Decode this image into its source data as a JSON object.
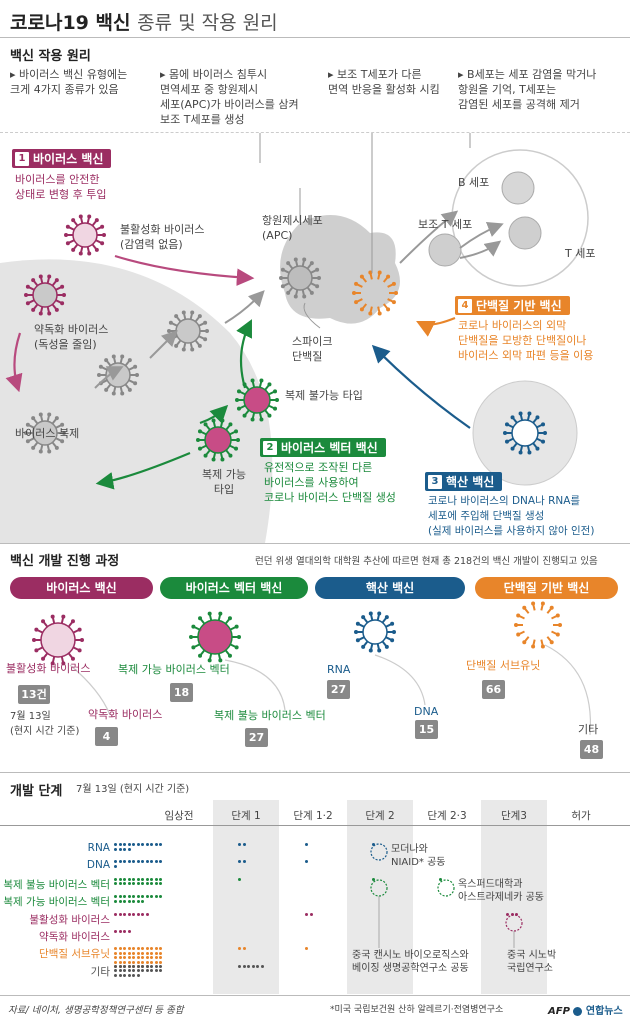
{
  "header": {
    "title_main": "코로나19 백신",
    "title_sub": "종류 및 작용 원리"
  },
  "principle": {
    "heading": "백신 작용 원리",
    "steps": [
      "▸ 바이러스 백신 유형에는\n   크게 4가지 종류가 있음",
      "▸ 몸에 바이러스 침투시\n   면역세포 중 항원제시\n   세포(APC)가 바이러스를 삼켜\n   보조 T세포를 생성",
      "▸ 보조 T세포가 다른\n   면역 반응을 활성화 시킴",
      "▸ B세포는 세포 감염을 막거나\n   항원을 기억, T세포는\n   감염된 세포를 공격해 제거"
    ],
    "types": [
      {
        "num": "1",
        "label": "바이러스 백신",
        "color": "#9b2d62",
        "desc": "바이러스를 안전한\n상태로 변형 후 투입"
      },
      {
        "num": "2",
        "label": "바이러스 벡터 백신",
        "color": "#1b8a3c",
        "desc": "유전적으로 조작된 다른\n바이러스를 사용하여\n코로나 바이러스 단백질 생성"
      },
      {
        "num": "3",
        "label": "핵산 백신",
        "color": "#1b5c8c",
        "desc": "코로나 바이러스의 DNA나 RNA를\n세포에 주입해 단백질 생성\n(실제 바이러스를 사용하지 않아 인전)"
      },
      {
        "num": "4",
        "label": "단백질 기반 백신",
        "color": "#e8852a",
        "desc": "코로나 바이러스의 외막\n단백질을 모방한 단백질이나\n바이러스 외막 파편 등을 이용"
      }
    ],
    "labels": {
      "inactivated": "불활성화 바이러스\n(감염력 없음)",
      "attenuated": "약독화 바이러스\n(독성을 줄임)",
      "replication": "바이러스 복제",
      "apc": "항원제시세포\n(APC)",
      "spike": "스파이크\n단백질",
      "nonrep": "복제 불가능 타입",
      "rep": "복제 가능\n타입",
      "bcell": "B 세포",
      "helper": "보조 T 세포",
      "tcell": "T 세포"
    }
  },
  "progress": {
    "heading": "백신 개발 진행 과정",
    "note": "런던 위생 열대의학 대학원 추산에 따르면 현재 총 218건의 백신 개발이 진행되고 있음",
    "categories": [
      {
        "label": "바이러스 백신",
        "color": "#9b2d62"
      },
      {
        "label": "바이러스 벡터 백신",
        "color": "#1b8a3c"
      },
      {
        "label": "핵산 백신",
        "color": "#1b5c8c"
      },
      {
        "label": "단백질 기반 백신",
        "color": "#e8852a"
      }
    ],
    "items": [
      {
        "label": "불활성화 바이러스",
        "count": "13건",
        "color": "#9b2d62"
      },
      {
        "label": "약독화 바이러스",
        "count": "4",
        "color": "#9b2d62"
      },
      {
        "label": "복제 가능 바이러스 벡터",
        "count": "18",
        "color": "#1b8a3c"
      },
      {
        "label": "복제 불능 바이러스 벡터",
        "count": "27",
        "color": "#1b8a3c"
      },
      {
        "label": "RNA",
        "count": "27",
        "color": "#1b5c8c"
      },
      {
        "label": "DNA",
        "count": "15",
        "color": "#1b5c8c"
      },
      {
        "label": "단백질 서브유닛",
        "count": "66",
        "color": "#e8852a"
      },
      {
        "label": "기타",
        "count": "48",
        "color": "#555555"
      }
    ],
    "date_note": "7월 13일\n(현지 시간 기준)"
  },
  "stages": {
    "heading": "개발 단계",
    "date": "7월 13일 (현지 시간 기준)",
    "columns": [
      "임상전",
      "단계 1",
      "단계 1·2",
      "단계 2",
      "단계 2·3",
      "단계3",
      "허가"
    ],
    "rows": [
      {
        "label": "RNA",
        "color": "#1b5c8c",
        "counts": [
          15,
          2,
          1,
          1,
          0,
          0,
          0
        ]
      },
      {
        "label": "DNA",
        "color": "#1b5c8c",
        "counts": [
          12,
          2,
          1,
          0,
          0,
          0,
          0
        ]
      },
      {
        "label": "복제 불능 바이러스 벡터",
        "color": "#1b8a3c",
        "counts": [
          22,
          1,
          0,
          1,
          1,
          0,
          0
        ]
      },
      {
        "label": "복제 가능 바이러스 벡터",
        "color": "#1b8a3c",
        "counts": [
          18,
          0,
          0,
          0,
          0,
          0,
          0
        ]
      },
      {
        "label": "불활성화 바이러스",
        "color": "#9b2d62",
        "counts": [
          8,
          0,
          2,
          0,
          0,
          3,
          0
        ]
      },
      {
        "label": "약독화 바이러스",
        "color": "#9b2d62",
        "counts": [
          4,
          0,
          0,
          0,
          0,
          0,
          0
        ]
      },
      {
        "label": "단백질 서브유닛",
        "color": "#e8852a",
        "counts": [
          52,
          2,
          1,
          0,
          0,
          0,
          0
        ]
      },
      {
        "label": "기타",
        "color": "#555555",
        "counts": [
          28,
          6,
          0,
          0,
          0,
          0,
          0
        ]
      }
    ],
    "annotations": [
      "모더나와\nNIAID* 공동",
      "옥스퍼드대학과\n아스트라제네카 공동",
      "중국 캔시노 바이오로직스와\n베이징 생명공학연구소 공동",
      "중국 시노박\n국립연구소"
    ]
  },
  "footer": {
    "source": "자료/ 네이처, 생명공학정책연구센터 등 종합",
    "note": "*미국 국립보건원 산하 알레르기·전염병연구소",
    "logo_afp": "AFP",
    "logo_yna": "연합뉴스"
  },
  "colors": {
    "virus": "#9b2d62",
    "vector": "#1b8a3c",
    "nucleic": "#1b5c8c",
    "protein": "#e8852a"
  }
}
